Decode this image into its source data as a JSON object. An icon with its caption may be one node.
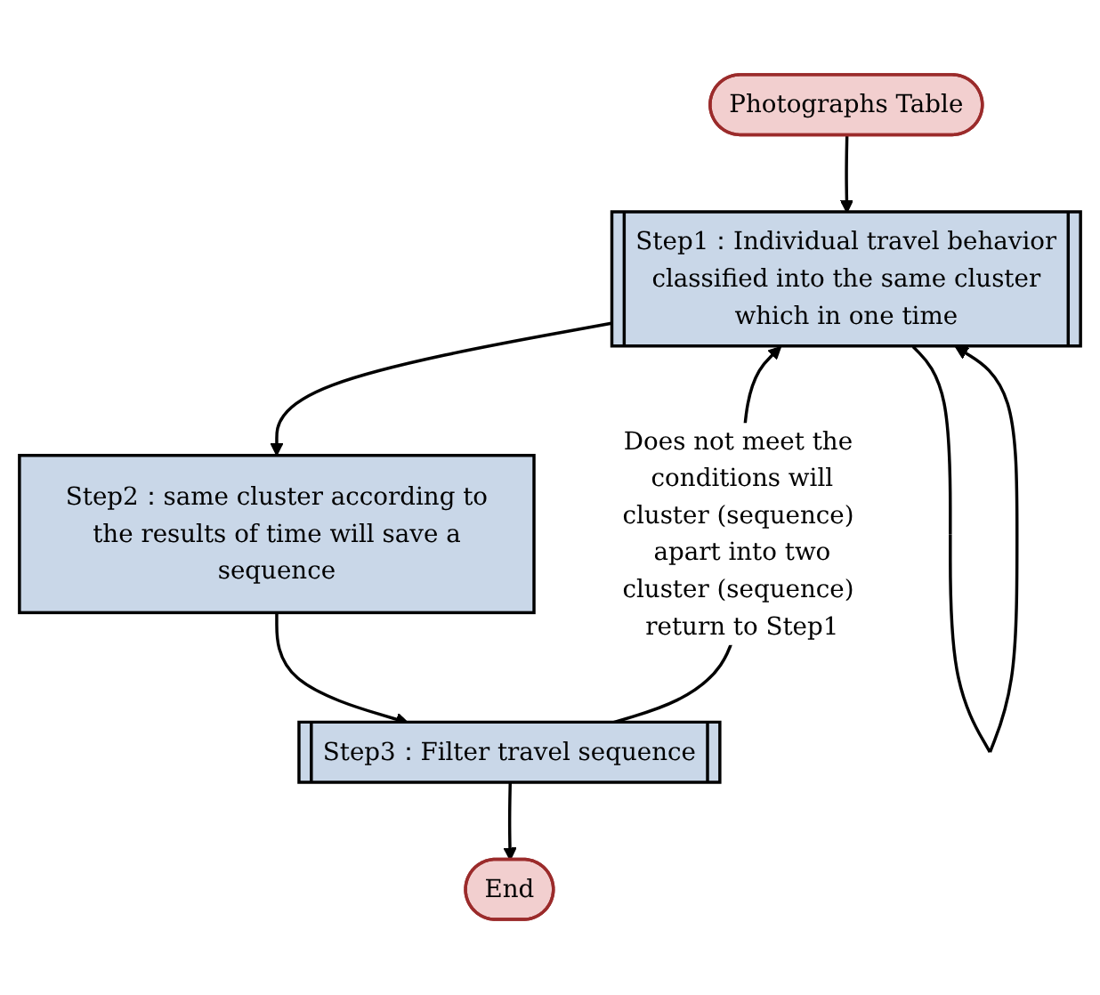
{
  "diagram": {
    "nodes": [
      {
        "text": [
          "Photographs Table"
        ]
      },
      {
        "text": [
          "Step1：Individual travel behavior classified into the same cluster which in one time"
        ]
      },
      {
        "text": [
          "Step2：same cluster according to the results of time will save a sequence"
        ]
      },
      {
        "text": [
          "Step3：Filter travel sequence"
        ]
      },
      {
        "text": [
          "End"
        ]
      }
    ],
    "edges": [
      {
        "from": 0,
        "to": 1,
        "arrow": "to"
      },
      {
        "from": 1,
        "to": 2,
        "arrow": "to"
      },
      {
        "from": 2,
        "to": 3,
        "arrow": "to"
      },
      {
        "from": 3,
        "to": 4,
        "arrow": "to"
      },
      {
        "from": 3,
        "to": 1,
        "arrow": "to",
        "label": "Does not meet the conditions will cluster (sequence) apart into two cluster (sequence) return to Step1"
      },
      {
        "from": 1,
        "to": 1,
        "arrow": "to"
      }
    ]
  }
}
